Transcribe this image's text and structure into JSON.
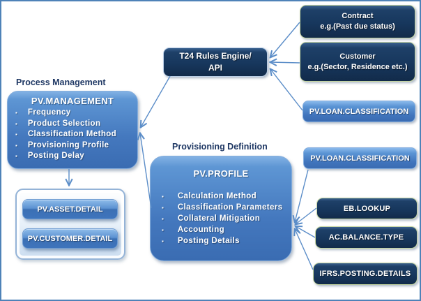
{
  "diagram": {
    "section_labels": {
      "process_management": "Process Management",
      "provisioning_definition": "Provisioning Definition"
    },
    "pv_management": {
      "title": "PV.MANAGEMENT",
      "bullet_marker": "▪",
      "bullets": [
        "Frequency",
        "Product Selection",
        "Classification Method",
        "Provisioning Profile",
        "Posting Delay"
      ]
    },
    "pv_profile": {
      "title": "PV.PROFILE",
      "bullet_marker": "▪",
      "bullets": [
        "Calculation Method",
        "Classification Parameters",
        "Collateral Mitigation",
        "Accounting",
        "Posting Details"
      ]
    },
    "t24_rules_engine": {
      "line1": "T24 Rules Engine/",
      "line2": "API"
    },
    "contract": {
      "title": "Contract",
      "subtitle": "e.g.(Past due status)"
    },
    "customer": {
      "title": "Customer",
      "subtitle": "e.g.(Sector, Residence etc.)"
    },
    "pv_loan_classification_top": {
      "label": "PV.LOAN.CLASSIFICATION"
    },
    "pv_loan_classification_mid": {
      "label": "PV.LOAN.CLASSIFICATION"
    },
    "eb_lookup": {
      "label": "EB.LOOKUP"
    },
    "ac_balance_type": {
      "label": "AC.BALANCE.TYPE"
    },
    "ifrs_posting_details": {
      "label": "IFRS.POSTING.DETAILS"
    },
    "pv_asset_detail": {
      "label": "PV.ASSET.DETAIL"
    },
    "pv_customer_detail": {
      "label": "PV.CUSTOMER.DETAIL"
    },
    "colors": {
      "dark_navy": "#17375D",
      "medium_blue": "#4A84C8",
      "arrow_blue": "#5B8DC8",
      "label_text": "#1F3864",
      "pale_green_border": "#C6D6A0",
      "light_blue_border": "#B9CDE5",
      "frame_border": "#4E82B8"
    }
  }
}
